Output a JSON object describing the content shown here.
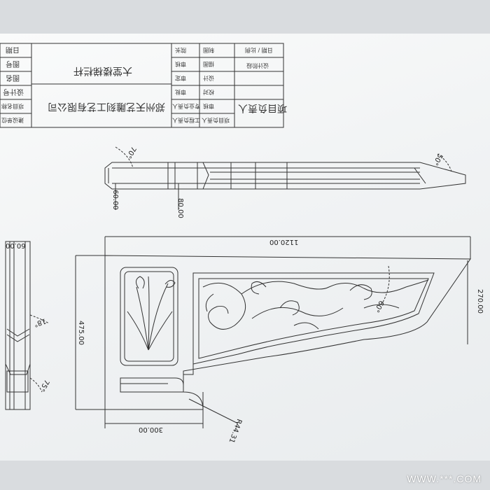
{
  "title_block": {
    "left_col": [
      "日期",
      "图号",
      "图名",
      "设计号",
      "项目名称",
      "建设单位"
    ],
    "project_name": "大堂楼梯栏杆",
    "company": "郑州天艺雕刻工艺有限公司",
    "sign_col_a": [
      "院长",
      "审核",
      "审定",
      "审批",
      "专业负责人",
      "工程负责人"
    ],
    "sign_col_b": [
      "制图",
      "描图",
      "设计",
      "校对",
      "审核",
      "项目负责人"
    ],
    "drawing_label": "项目负责人",
    "top_right_small": "日期 / 比例",
    "top_right_small2": "设计阶段"
  },
  "dimensions": {
    "width_total": "1120.00",
    "height_total": "475.00",
    "right_height": "270.00",
    "base_width": "300.00",
    "radius": "R44.31",
    "angle_60": "60°",
    "top_thk_1": "60.00",
    "top_thk_2": "80.00",
    "angle_70": "70°",
    "angle_50": "50°",
    "side_60": "60.00",
    "angle_18": "18°",
    "angle_75": "75°"
  },
  "watermark": "WWW.***.COM"
}
